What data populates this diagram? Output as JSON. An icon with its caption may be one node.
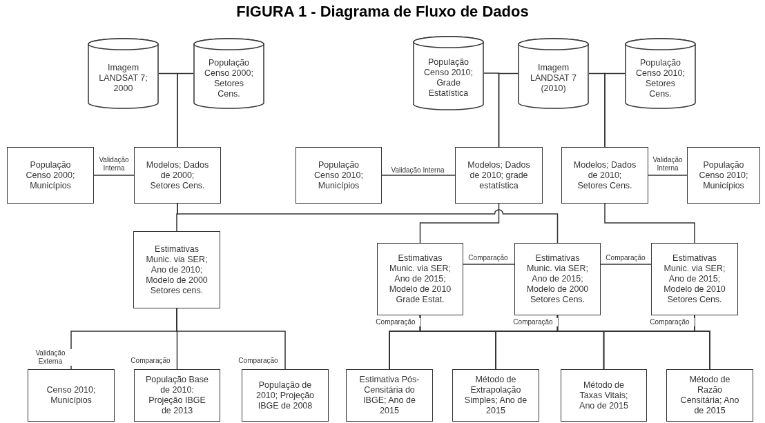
{
  "diagram": {
    "title": "FIGURA 1 - Diagrama de Fluxo de Dados",
    "nodes": [
      {
        "text": [
          "Imagem LANDSAT 7; 2000"
        ]
      },
      {
        "text": [
          "População Censo 2000; Setores Cens."
        ]
      },
      {
        "text": [
          "População Censo 2010; Grade Estatística"
        ]
      },
      {
        "text": [
          "Imagem LANDSAT 7 (2010)"
        ]
      },
      {
        "text": [
          "População Censo 2010; Setores Cens."
        ]
      },
      {
        "text": [
          "População Censo 2000; Municípios"
        ]
      },
      {
        "text": [
          "Modelos; Dados de 2000; Setores Cens."
        ]
      },
      {
        "text": [
          "População Censo 2010; Municípios"
        ]
      },
      {
        "text": [
          "Modelos; Dados de 2010; grade estatística"
        ]
      },
      {
        "text": [
          "Modelos; Dados de 2010; Setores Cens."
        ]
      },
      {
        "text": [
          "População Censo 2010; Municípios"
        ]
      },
      {
        "text": [
          "Estimativas Munic. via SER; Ano de 2010; Modelo de 2000 Setores cens."
        ]
      },
      {
        "text": [
          "Estimativas Munic. via SER; Ano de 2015; Modelo de 2010 Grade Estat."
        ]
      },
      {
        "text": [
          "Estimativas Munic. via SER; Ano de 2015; Modelo de 2000 Setores Cens."
        ]
      },
      {
        "text": [
          "Estimativas Munic. via SER; Ano de 2015; Modelo de 2010 Setores Cens."
        ]
      },
      {
        "text": [
          "Censo 2010; Municípios"
        ]
      },
      {
        "text": [
          "População Base de 2010: Projeção IBGE de 2013"
        ]
      },
      {
        "text": [
          "População de 2010; Projeção IBGE de 2008"
        ]
      },
      {
        "text": [
          "Estimativa Pós-Censitária do IBGE; Ano de 2015"
        ]
      },
      {
        "text": [
          "Método de Extrapolação Simples; Ano de 2015"
        ]
      },
      {
        "text": [
          "Método de Taxas Vitais; Ano de 2015"
        ]
      },
      {
        "text": [
          "Método de Razão Censitária; Ano de 2015"
        ]
      }
    ],
    "edges": [
      {
        "from": 0,
        "to": 6,
        "arrow": "none"
      },
      {
        "from": 1,
        "to": 6,
        "arrow": "none"
      },
      {
        "from": 2,
        "to": 8,
        "arrow": "none"
      },
      {
        "from": 3,
        "to": 8,
        "arrow": "none"
      },
      {
        "from": 3,
        "to": 9,
        "arrow": "none"
      },
      {
        "from": 4,
        "to": 9,
        "arrow": "none"
      },
      {
        "from": 5,
        "to": 6,
        "arrow": "none",
        "label": "Validação Interna"
      },
      {
        "from": 7,
        "to": 8,
        "arrow": "none",
        "label": "Validação Interna"
      },
      {
        "from": 9,
        "to": 10,
        "arrow": "none",
        "label": "Validação Interna"
      },
      {
        "from": 6,
        "to": 11,
        "arrow": "none"
      },
      {
        "from": 6,
        "to": 13,
        "arrow": "none"
      },
      {
        "from": 8,
        "to": 12,
        "arrow": "none"
      },
      {
        "from": 9,
        "to": 14,
        "arrow": "none"
      },
      {
        "from": 12,
        "to": 13,
        "arrow": "none",
        "label": "Comparação"
      },
      {
        "from": 13,
        "to": 14,
        "arrow": "none",
        "label": "Comparação"
      },
      {
        "from": 11,
        "to": 15,
        "arrow": "none",
        "label": "Validação Externa"
      },
      {
        "from": 11,
        "to": 16,
        "arrow": "none",
        "label": "Comparação"
      },
      {
        "from": 11,
        "to": 17,
        "arrow": "none",
        "label": "Comparação"
      },
      {
        "from": 12,
        "to": 18,
        "arrow": "none",
        "label": "Comparação"
      },
      {
        "from": 12,
        "to": 19,
        "arrow": "none"
      },
      {
        "from": 12,
        "to": 20,
        "arrow": "none"
      },
      {
        "from": 12,
        "to": 21,
        "arrow": "none"
      },
      {
        "from": 13,
        "to": 18,
        "arrow": "none",
        "label": "Comparação"
      },
      {
        "from": 13,
        "to": 19,
        "arrow": "none"
      },
      {
        "from": 13,
        "to": 20,
        "arrow": "none"
      },
      {
        "from": 13,
        "to": 21,
        "arrow": "none"
      },
      {
        "from": 14,
        "to": 18,
        "arrow": "none",
        "label": "Comparação"
      },
      {
        "from": 14,
        "to": 19,
        "arrow": "none"
      },
      {
        "from": 14,
        "to": 20,
        "arrow": "none"
      },
      {
        "from": 14,
        "to": 21,
        "arrow": "none"
      }
    ]
  }
}
